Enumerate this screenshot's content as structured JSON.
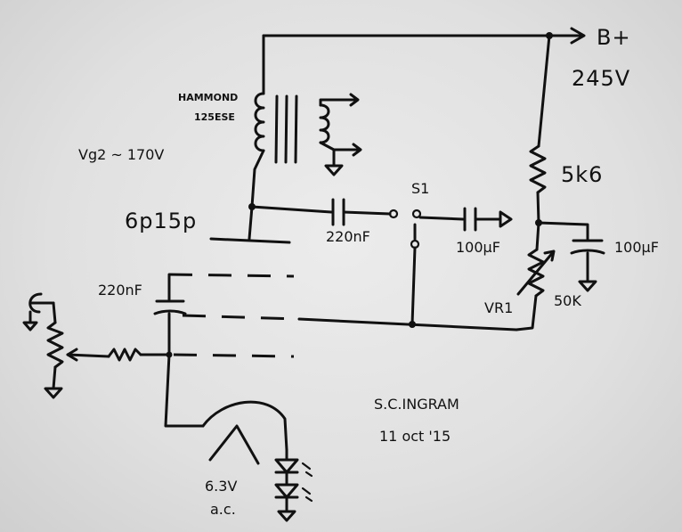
{
  "labels": {
    "bplus": "B+",
    "supply_voltage": "245V",
    "transformer_make": "HAMMOND",
    "transformer_model": "125ESE",
    "screen_voltage": "Vg2 ~ 170V",
    "tube": "6p15p",
    "switch": "S1",
    "coupling_cap": "220nF",
    "switch_cap": "100µF",
    "dropping_resistor": "5k6",
    "decoupling_cap": "100µF",
    "input_cap": "220nF",
    "pot_ref": "VR1",
    "pot_value": "50K",
    "heater_voltage": "6.3V",
    "heater_ac": "a.c.",
    "author": "S.C.INGRAM",
    "date": "11 oct '15"
  }
}
